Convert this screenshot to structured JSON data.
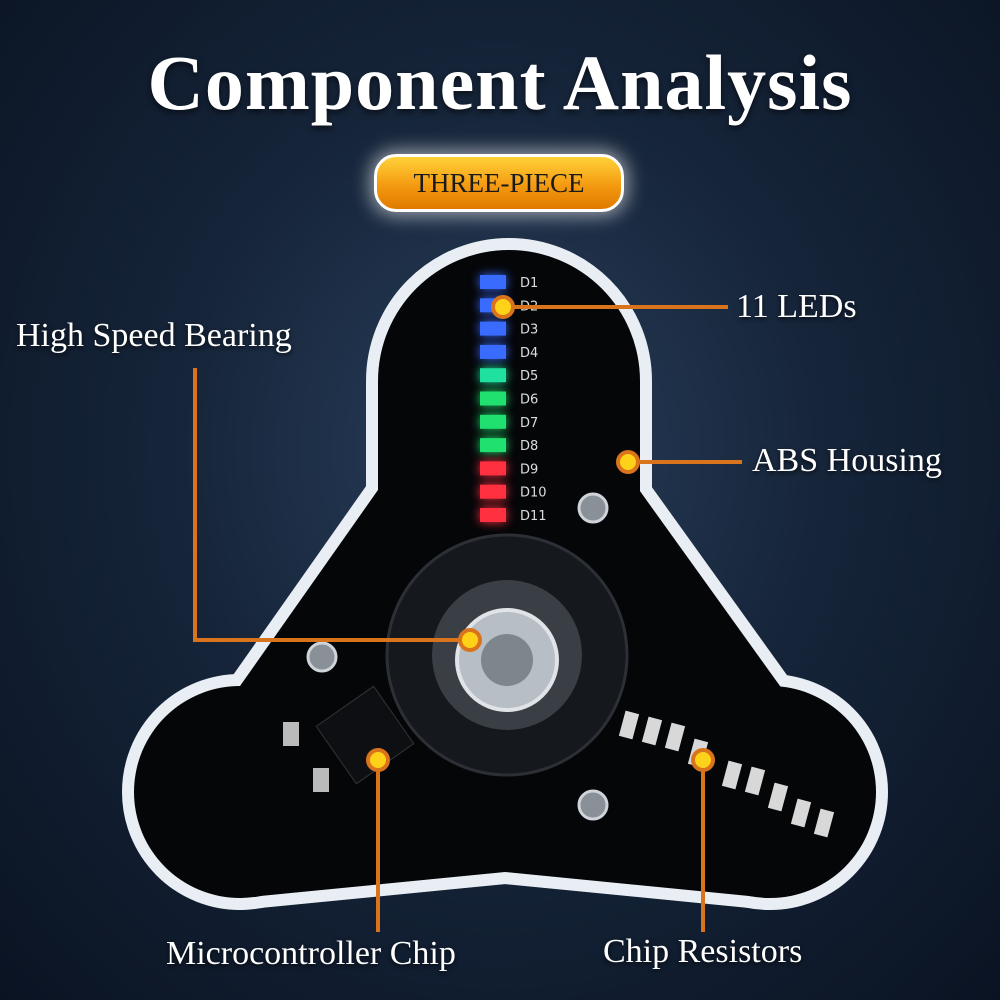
{
  "title": "Component Analysis",
  "badge": "THREE-PIECE",
  "callouts": {
    "leds": "11 LEDs",
    "bearing": "High Speed Bearing",
    "housing": "ABS Housing",
    "chip": "Microcontroller Chip",
    "resistors": "Chip Resistors"
  },
  "led_labels": [
    "D1",
    "D2",
    "D3",
    "D4",
    "D5",
    "D6",
    "D7",
    "D8",
    "D9",
    "D10",
    "D11"
  ],
  "led_colors": [
    "#3a6bff",
    "#3a6bff",
    "#3a6bff",
    "#3a6bff",
    "#20e0a0",
    "#20e070",
    "#20e070",
    "#20e070",
    "#ff3040",
    "#ff3040",
    "#ff3040"
  ],
  "colors": {
    "callout_line": "#d9731c",
    "callout_dot": "#ffd21a",
    "badge": "#f7a51a"
  }
}
